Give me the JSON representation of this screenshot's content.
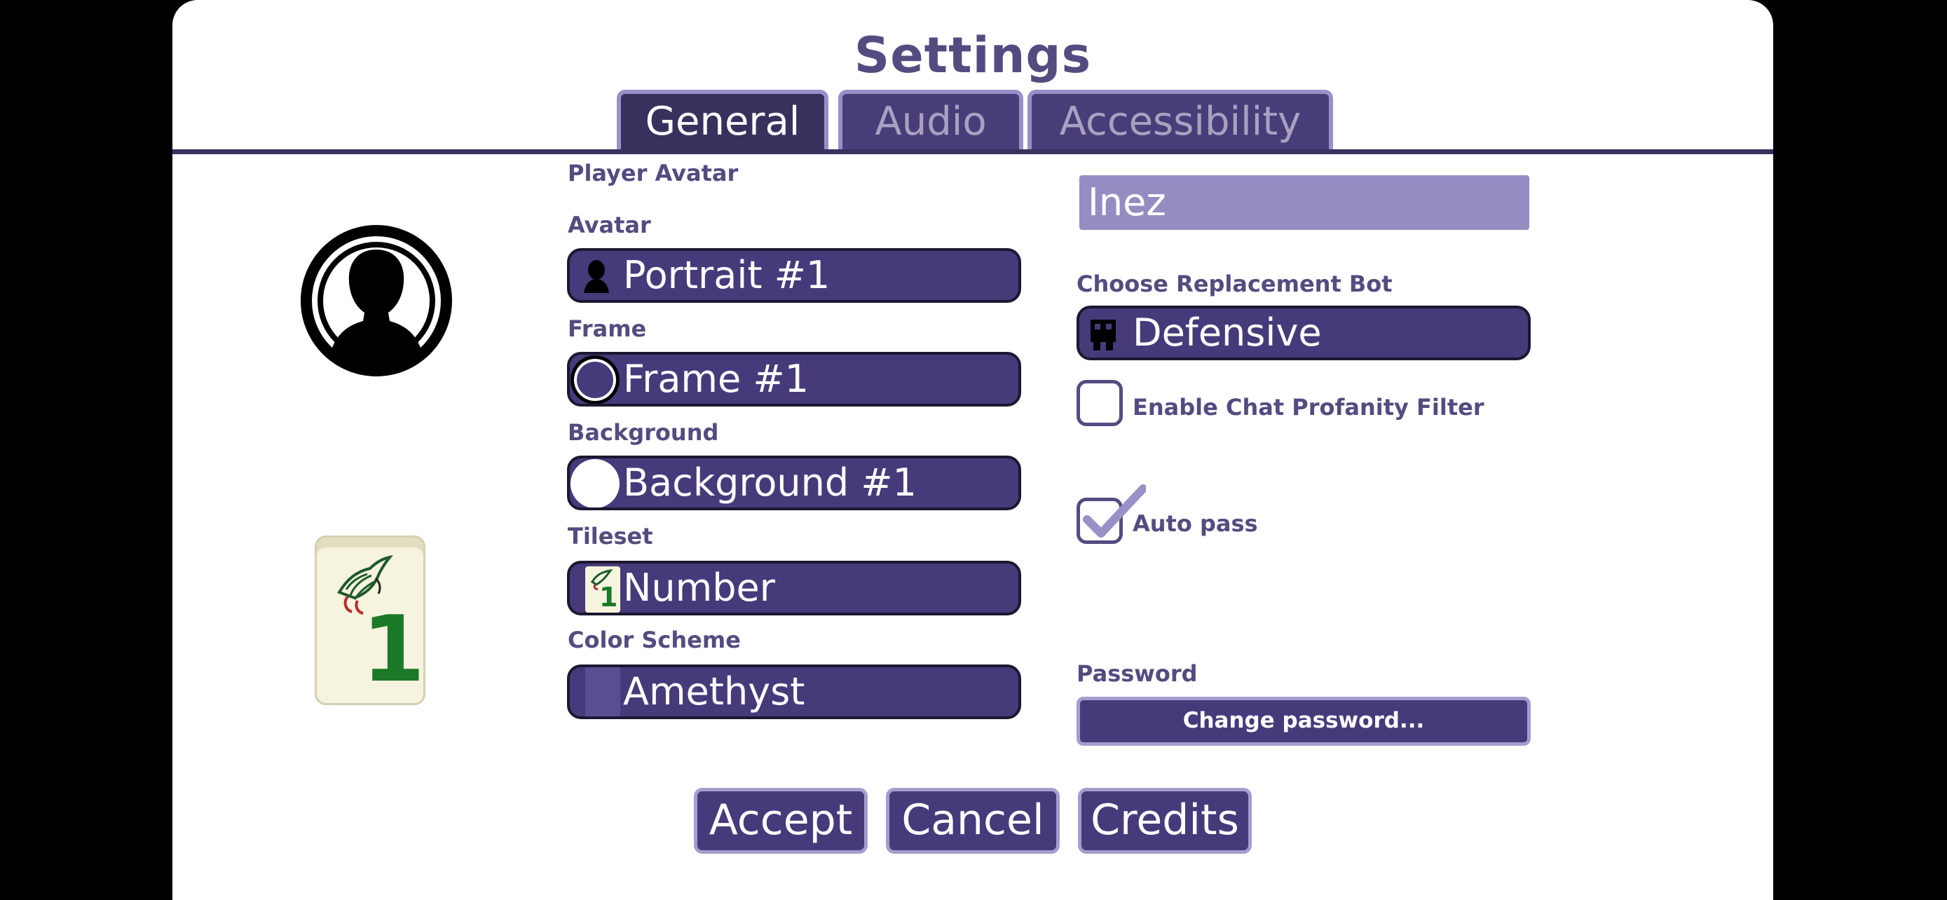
{
  "title": "Settings",
  "tabs": [
    {
      "label": "General",
      "active": true
    },
    {
      "label": "Audio",
      "active": false
    },
    {
      "label": "Accessibility",
      "active": false
    }
  ],
  "general": {
    "player_avatar_label": "Player Avatar",
    "avatar": {
      "label": "Avatar",
      "value": "Portrait #1",
      "icon": "portrait-silhouette-icon"
    },
    "frame": {
      "label": "Frame",
      "value": "Frame #1",
      "icon": "frame-ring-icon"
    },
    "background": {
      "label": "Background",
      "value": "Background #1",
      "icon": "background-circle-icon"
    },
    "tileset": {
      "label": "Tileset",
      "value": "Number",
      "icon": "mahjong-tile-icon",
      "tile_number": "1"
    },
    "color_scheme": {
      "label": "Color Scheme",
      "value": "Amethyst",
      "swatch": "#5a4d92"
    },
    "player_name": "Inez",
    "replacement_bot": {
      "label": "Choose Replacement Bot",
      "value": "Defensive",
      "icon": "robot-icon"
    },
    "profanity_filter": {
      "label": "Enable Chat Profanity Filter",
      "checked": false
    },
    "auto_pass": {
      "label": "Auto pass",
      "checked": true
    },
    "password": {
      "label": "Password",
      "button": "Change password..."
    }
  },
  "actions": {
    "accept": "Accept",
    "cancel": "Cancel",
    "credits": "Credits"
  },
  "colors": {
    "accent": "#473a7b",
    "heading": "#544c80",
    "tile_number": "#1b7a2a"
  }
}
